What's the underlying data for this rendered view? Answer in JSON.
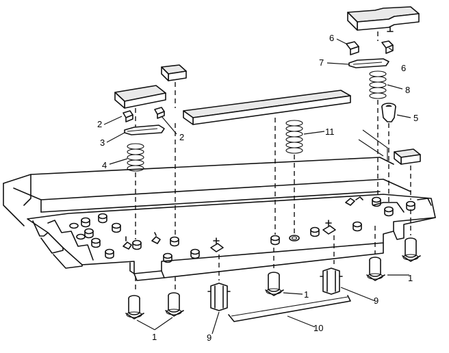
{
  "labels": {
    "part1": "1",
    "part2": "2",
    "part3": "3",
    "part4": "4",
    "part5": "5",
    "part6": "6",
    "part7": "7",
    "part8": "8",
    "part9": "9",
    "part10": "10",
    "part11": "11"
  }
}
